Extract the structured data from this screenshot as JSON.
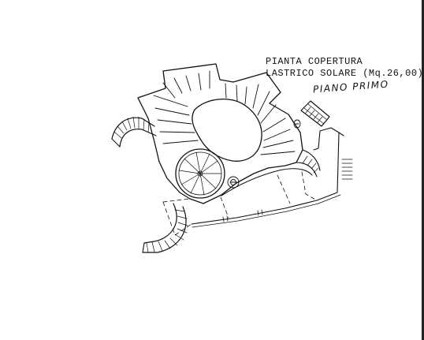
{
  "drawing": {
    "title_line_1": "PIANTA COPERTURA",
    "title_line_2": "LASTRICO SOLARE (Mq.26,00)",
    "title_line_3": "PIANO PRIMO"
  },
  "colors": {
    "ink": "#111111",
    "paper": "#ffffff"
  }
}
